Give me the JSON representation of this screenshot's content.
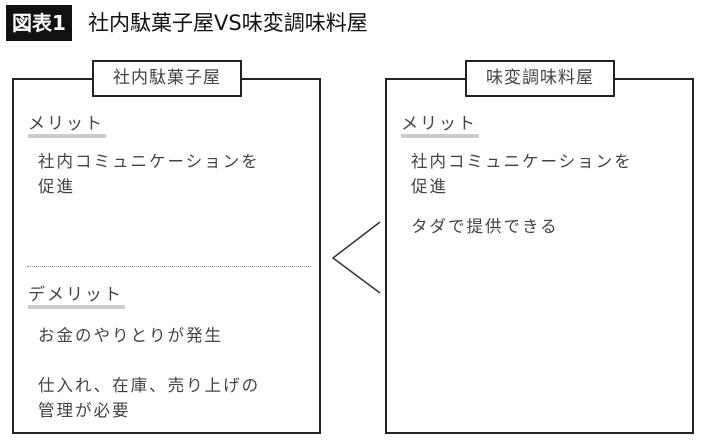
{
  "figure": {
    "badge": "図表1",
    "title": "社内駄菓子屋VS味変調味料屋"
  },
  "left": {
    "label": "社内駄菓子屋",
    "merit_heading": "メリット",
    "merits": [
      "社内コミュニケーションを\n促進"
    ],
    "demerit_heading": "デメリット",
    "demerits": [
      "お金のやりとりが発生",
      "仕入れ、在庫、売り上げの\n管理が必要"
    ]
  },
  "right": {
    "label": "味変調味料屋",
    "merit_heading": "メリット",
    "merits": [
      "社内コミュニケーションを\n促進",
      "タダで提供できる"
    ]
  },
  "comparison": "<"
}
